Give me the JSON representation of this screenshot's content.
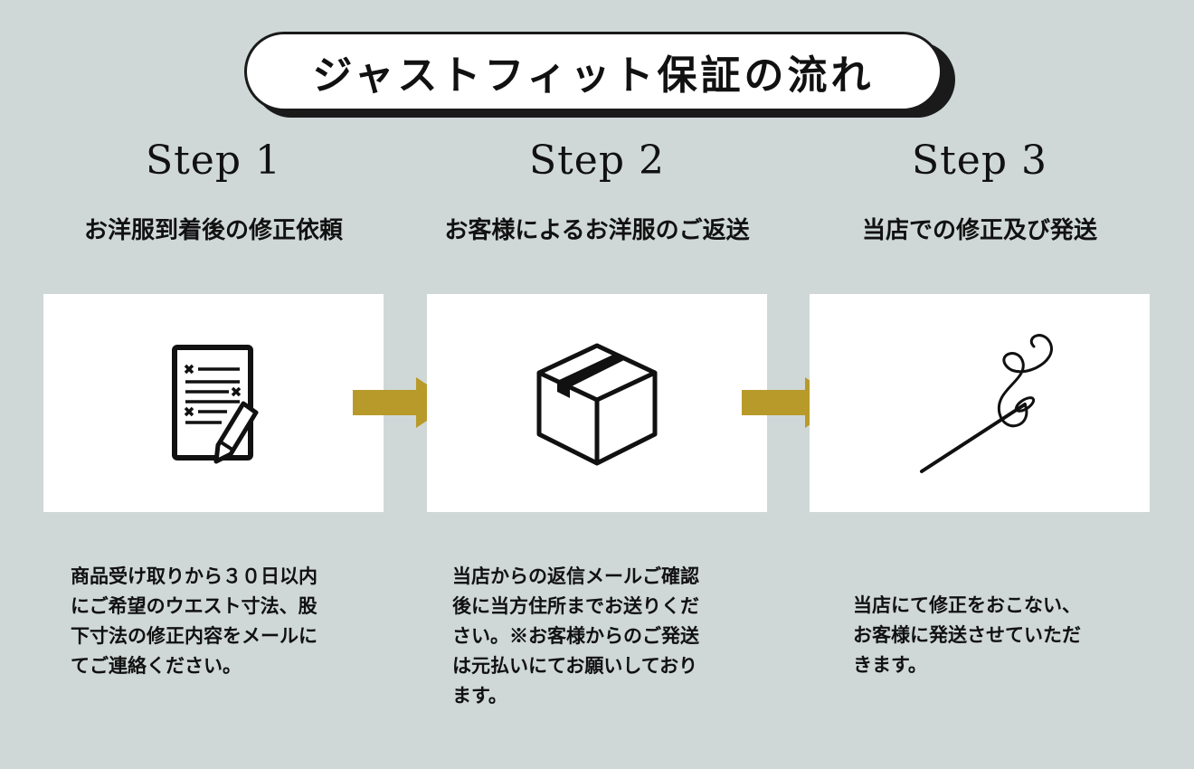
{
  "title": "ジャストフィット保証の流れ",
  "colors": {
    "background": "#cfd8d7",
    "arrow": "#b89a2a",
    "card": "#ffffff",
    "ink": "#111111"
  },
  "steps": [
    {
      "label": "Step 1",
      "subtitle": "お洋服到着後の修正依頼",
      "icon": "document-pencil-icon",
      "desc_lines": [
        "商品受け取りから３０日以内",
        "にご希望のウエスト寸法、股",
        "下寸法の修正内容をメールに",
        "てご連絡ください。"
      ]
    },
    {
      "label": "Step 2",
      "subtitle": "お客様によるお洋服のご返送",
      "icon": "package-box-icon",
      "desc_lines": [
        "当店からの返信メールご確認",
        "後に当方住所までお送りくだ",
        "さい。※お客様からのご発送",
        "は元払いにてお願いしており",
        "ます。"
      ]
    },
    {
      "label": "Step 3",
      "subtitle": "当店での修正及び発送",
      "icon": "needle-thread-icon",
      "desc_lines": [
        "当店にて修正をおこない、",
        "お客様に発送させていただ",
        "きます。"
      ]
    }
  ]
}
